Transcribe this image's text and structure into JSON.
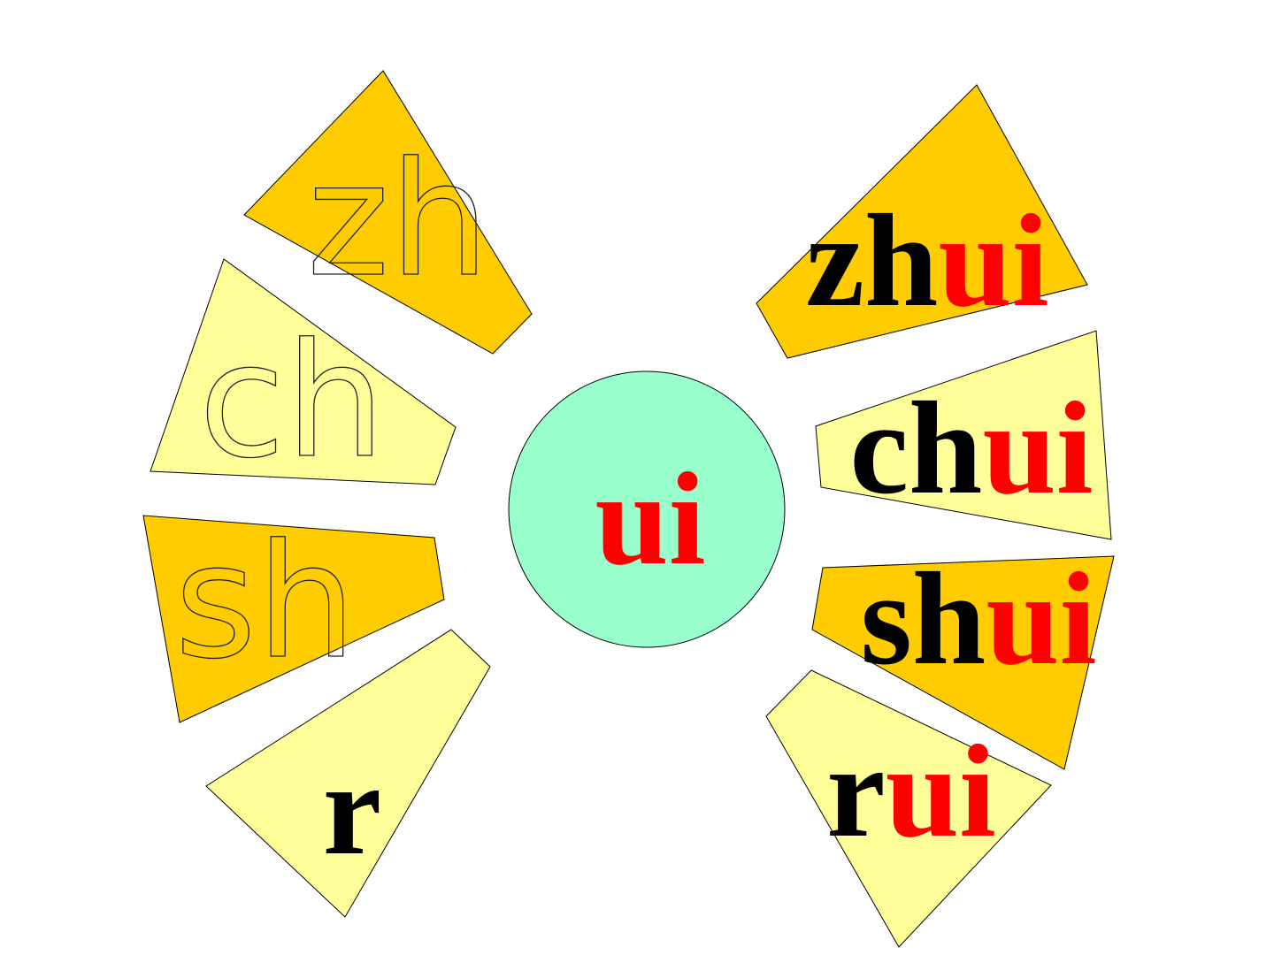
{
  "colors": {
    "dark_wedge": "#FFCC00",
    "light_wedge": "#FFFF99",
    "circle": "#99FFCC",
    "initial": "#000000",
    "final": "#FF0000"
  },
  "center": {
    "final": "ui"
  },
  "left_wedges": [
    {
      "label": "zh",
      "style": "outline",
      "fill": "dark"
    },
    {
      "label": "ch",
      "style": "outline",
      "fill": "light"
    },
    {
      "label": "sh",
      "style": "outline",
      "fill": "dark"
    },
    {
      "label": "r",
      "style": "bold",
      "fill": "light"
    }
  ],
  "right_wedges": [
    {
      "initial": "zh",
      "final": "ui",
      "fill": "dark"
    },
    {
      "initial": "ch",
      "final": "ui",
      "fill": "light"
    },
    {
      "initial": "sh",
      "final": "ui",
      "fill": "dark"
    },
    {
      "initial": "r",
      "final": "ui",
      "fill": "light"
    }
  ]
}
